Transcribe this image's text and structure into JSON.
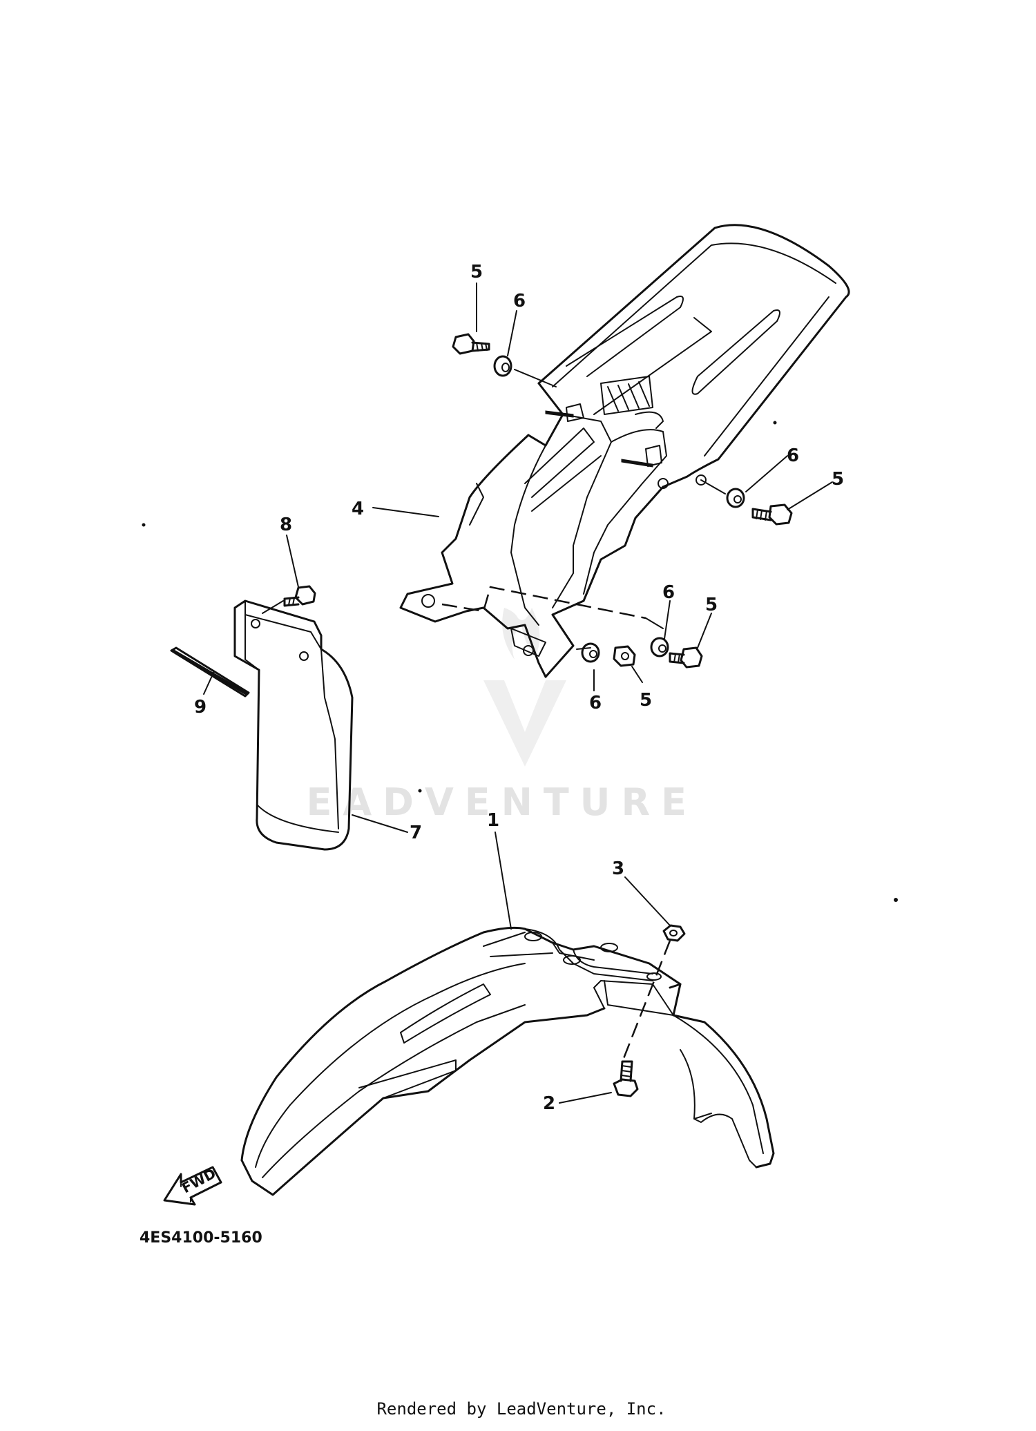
{
  "diagram": {
    "callouts": [
      {
        "id": "c5a",
        "label": "5"
      },
      {
        "id": "c6a",
        "label": "6"
      },
      {
        "id": "c6b",
        "label": "6"
      },
      {
        "id": "c5b",
        "label": "5"
      },
      {
        "id": "c4",
        "label": "4"
      },
      {
        "id": "c8",
        "label": "8"
      },
      {
        "id": "c6c",
        "label": "6"
      },
      {
        "id": "c5c",
        "label": "5"
      },
      {
        "id": "c9",
        "label": "9"
      },
      {
        "id": "c6d",
        "label": "6"
      },
      {
        "id": "c5d",
        "label": "5"
      },
      {
        "id": "c7",
        "label": "7"
      },
      {
        "id": "c1",
        "label": "1"
      },
      {
        "id": "c3",
        "label": "3"
      },
      {
        "id": "c2",
        "label": "2"
      }
    ],
    "fwd_label": "FWD",
    "diagram_code": "4ES4100-5160",
    "watermark": "EADVENTURE",
    "footer": "Rendered by LeadVenture, Inc."
  }
}
